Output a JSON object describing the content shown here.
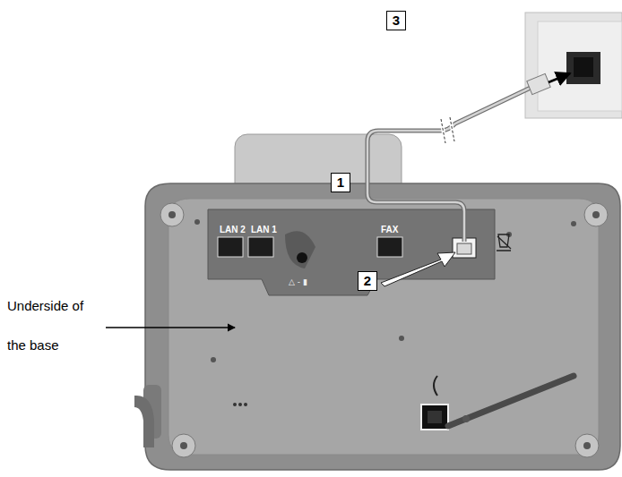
{
  "diagram": {
    "labels": [
      "LAN 2",
      "LAN 1",
      "FAX",
      "1",
      "2",
      "3",
      "Underside of the base"
    ]
  }
}
